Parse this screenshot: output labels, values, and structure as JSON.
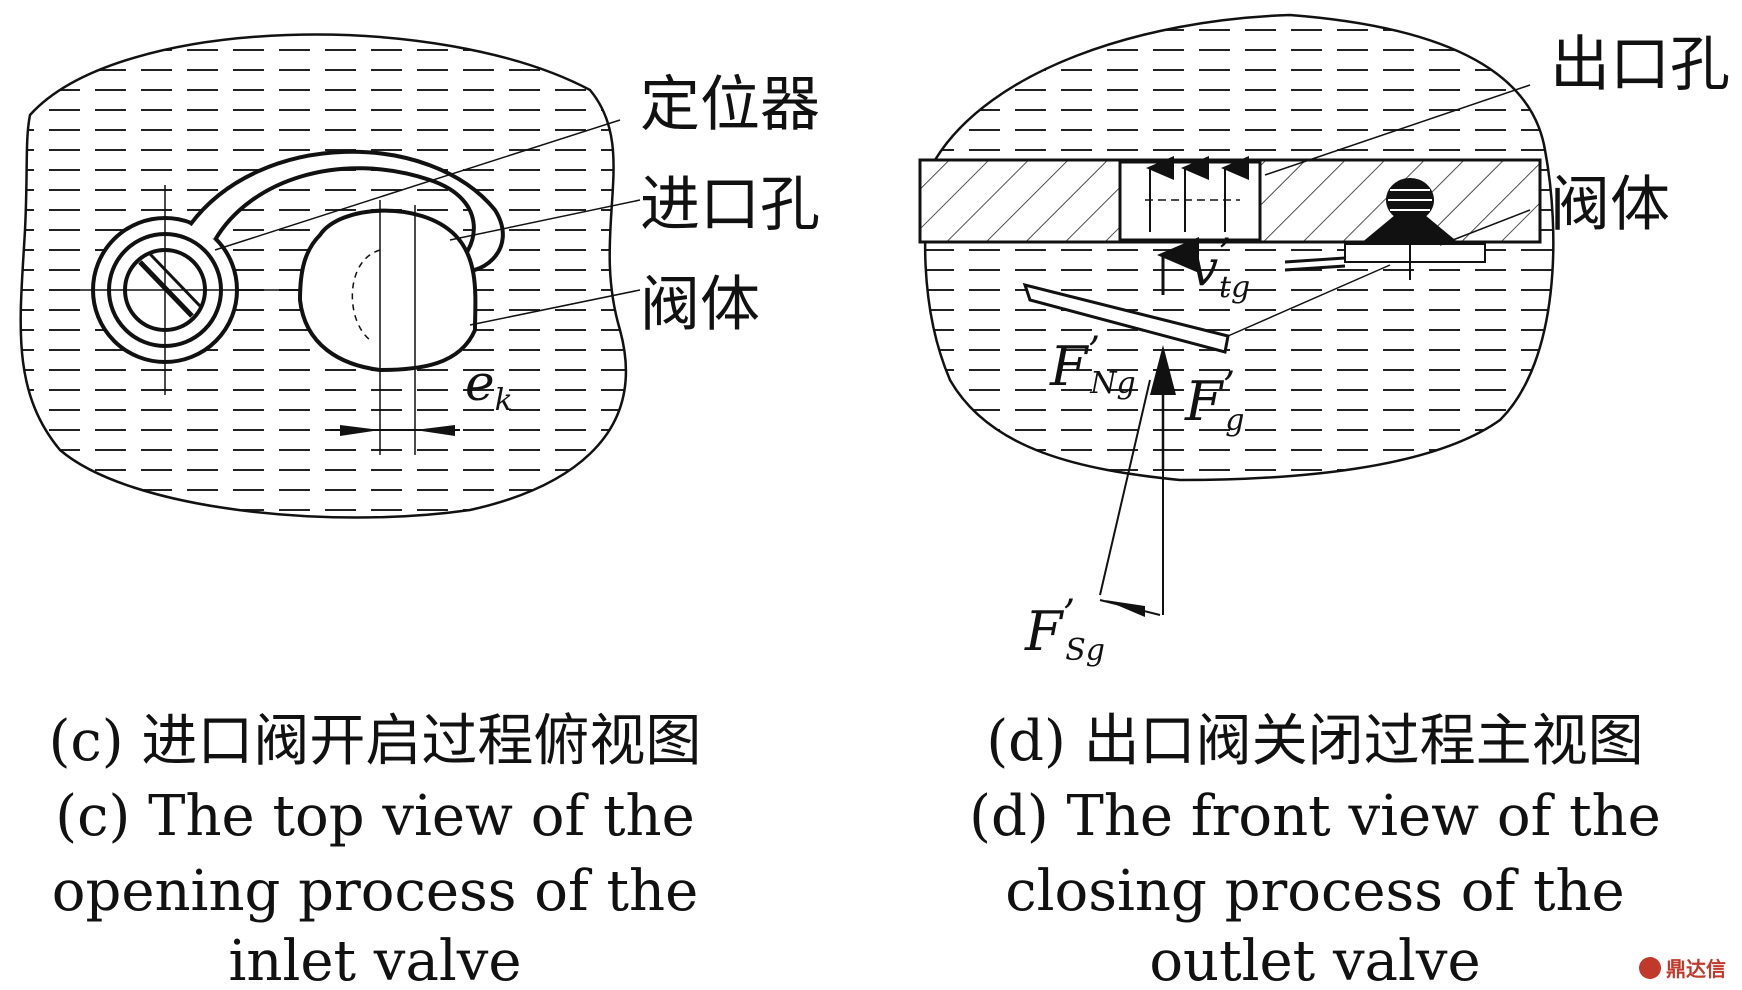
{
  "panel_c": {
    "labels": {
      "locator": "定位器",
      "inlet_hole": "进口孔",
      "valve_body": "阀体",
      "ek_symbol": "e",
      "ek_sub": "k"
    },
    "caption_cn": "(c) 进口阀开启过程俯视图",
    "caption_en_1": "(c) The top view of the",
    "caption_en_2": "opening process of the",
    "caption_en_3": "inlet valve"
  },
  "panel_d": {
    "labels": {
      "outlet_hole": "出口孔",
      "valve_body": "阀体",
      "v_symbol": "v",
      "v_prime": "’",
      "v_sub": "tg",
      "fng_symbol": "F",
      "fng_prime": "’",
      "fng_sub": "Ng",
      "fg_symbol": "F",
      "fg_prime": "’",
      "fg_sub": "g",
      "fsg_symbol": "F",
      "fsg_prime": "’",
      "fsg_sub": "Sg"
    },
    "caption_cn": "(d) 出口阀关闭过程主视图",
    "caption_en_1": "(d) The front view of the",
    "caption_en_2": "closing process of the",
    "caption_en_3": "outlet valve"
  },
  "watermark": "鼎达信"
}
